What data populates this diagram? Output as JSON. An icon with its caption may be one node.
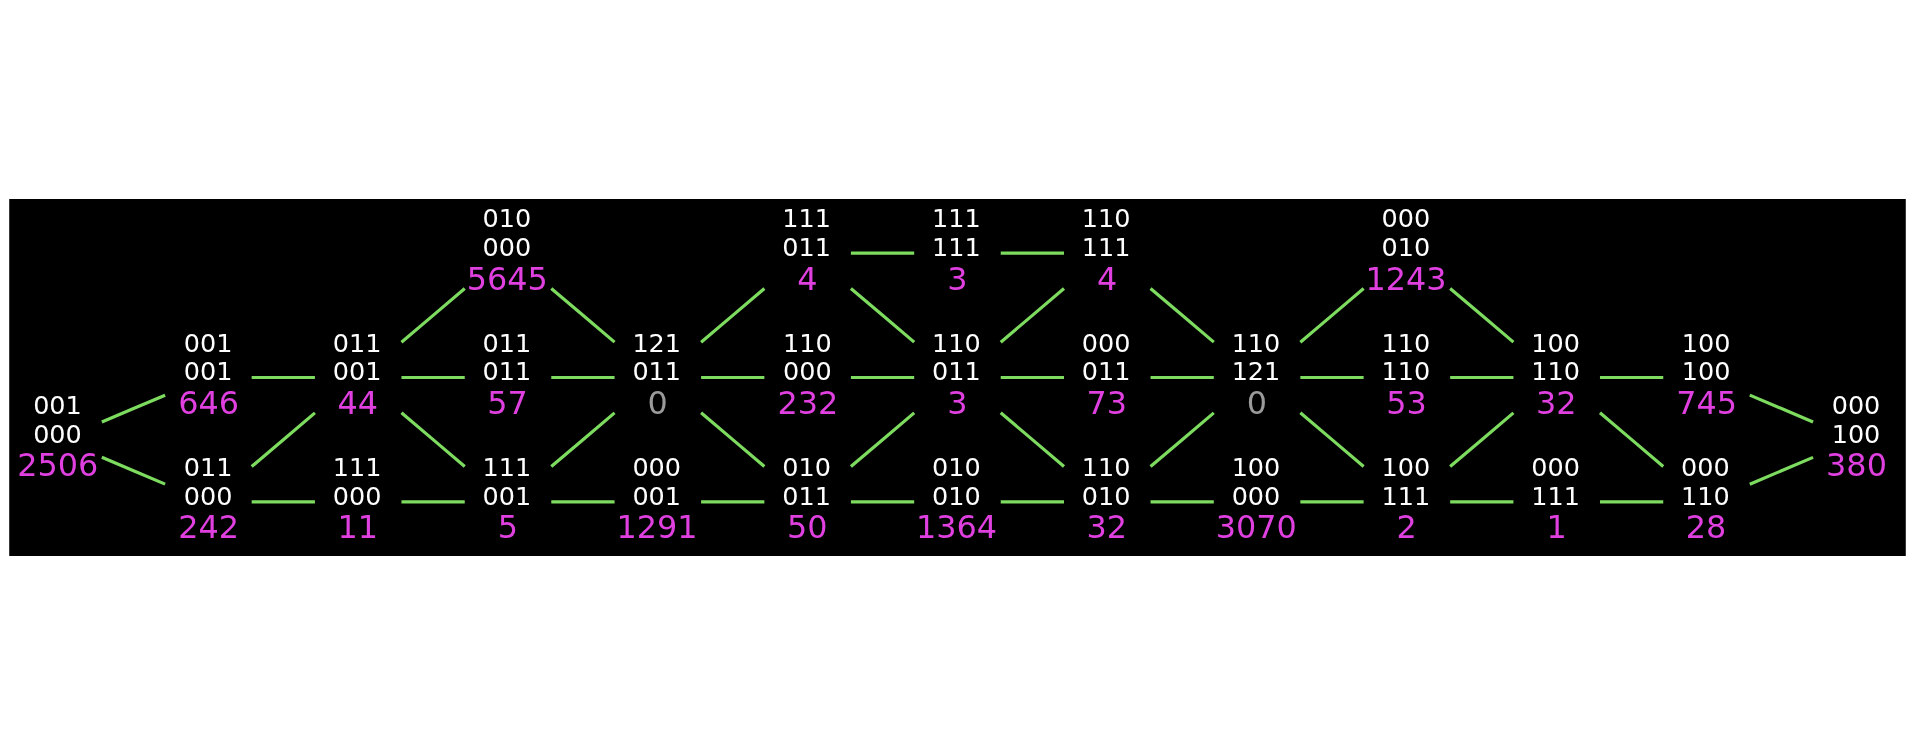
{
  "diagram": {
    "nodes": [
      {
        "text": [
          "111",
          "111",
          "3"
        ]
      },
      {
        "text": [
          "001",
          "001",
          "646"
        ]
      },
      {
        "text": [
          "010",
          "000",
          "5645"
        ]
      },
      {
        "text": [
          "111",
          "011",
          "4"
        ]
      },
      {
        "text": [
          "110",
          "111",
          "4"
        ]
      },
      {
        "text": [
          "000",
          "010",
          "1243"
        ]
      },
      {
        "text": [
          "100",
          "100",
          "745"
        ]
      },
      {
        "text": [
          "011",
          "011",
          "57"
        ]
      },
      {
        "text": [
          "110",
          "000",
          "232"
        ]
      },
      {
        "text": [
          "000",
          "011",
          "73"
        ]
      },
      {
        "text": [
          "110",
          "110",
          "53"
        ]
      },
      {
        "text": [
          "001",
          "000",
          "2506"
        ]
      },
      {
        "text": [
          "011",
          "001",
          "44"
        ]
      },
      {
        "text": [
          "121",
          "011",
          "0"
        ]
      },
      {
        "text": [
          "110",
          "011",
          "3"
        ]
      },
      {
        "text": [
          "110",
          "121",
          "0"
        ]
      },
      {
        "text": [
          "100",
          "110",
          "32"
        ]
      },
      {
        "text": [
          "000",
          "100",
          "380"
        ]
      },
      {
        "text": [
          "011",
          "000",
          "242"
        ]
      },
      {
        "text": [
          "111",
          "001",
          "5"
        ]
      },
      {
        "text": [
          "010",
          "011",
          "50"
        ]
      },
      {
        "text": [
          "110",
          "010",
          "32"
        ]
      },
      {
        "text": [
          "100",
          "111",
          "2"
        ]
      },
      {
        "text": [
          "000",
          "110",
          "28"
        ]
      },
      {
        "text": [
          "111",
          "000",
          "11"
        ]
      },
      {
        "text": [
          "000",
          "001",
          "1291"
        ]
      },
      {
        "text": [
          "010",
          "010",
          "1364"
        ]
      },
      {
        "text": [
          "100",
          "000",
          "3070"
        ]
      },
      {
        "text": [
          "000",
          "111",
          "1"
        ]
      }
    ],
    "edges": [
      {
        "from": 11,
        "to": 1,
        "arrow": "none"
      },
      {
        "from": 1,
        "to": 12,
        "arrow": "none"
      },
      {
        "from": 11,
        "to": 18,
        "arrow": "none"
      },
      {
        "from": 18,
        "to": 12,
        "arrow": "none"
      },
      {
        "from": 12,
        "to": 2,
        "arrow": "none"
      },
      {
        "from": 12,
        "to": 7,
        "arrow": "none"
      },
      {
        "from": 2,
        "to": 13,
        "arrow": "none"
      },
      {
        "from": 7,
        "to": 13,
        "arrow": "none"
      },
      {
        "from": 12,
        "to": 19,
        "arrow": "none"
      },
      {
        "from": 18,
        "to": 24,
        "arrow": "none"
      },
      {
        "from": 24,
        "to": 19,
        "arrow": "none"
      },
      {
        "from": 19,
        "to": 13,
        "arrow": "none"
      },
      {
        "from": 19,
        "to": 25,
        "arrow": "none"
      },
      {
        "from": 13,
        "to": 3,
        "arrow": "none"
      },
      {
        "from": 13,
        "to": 8,
        "arrow": "none"
      },
      {
        "from": 13,
        "to": 20,
        "arrow": "none"
      },
      {
        "from": 25,
        "to": 20,
        "arrow": "none"
      },
      {
        "from": 3,
        "to": 0,
        "arrow": "none"
      },
      {
        "from": 0,
        "to": 4,
        "arrow": "none"
      },
      {
        "from": 3,
        "to": 14,
        "arrow": "none"
      },
      {
        "from": 8,
        "to": 14,
        "arrow": "none"
      },
      {
        "from": 20,
        "to": 14,
        "arrow": "none"
      },
      {
        "from": 20,
        "to": 26,
        "arrow": "none"
      },
      {
        "from": 14,
        "to": 4,
        "arrow": "none"
      },
      {
        "from": 14,
        "to": 9,
        "arrow": "none"
      },
      {
        "from": 14,
        "to": 21,
        "arrow": "none"
      },
      {
        "from": 26,
        "to": 21,
        "arrow": "none"
      },
      {
        "from": 4,
        "to": 15,
        "arrow": "none"
      },
      {
        "from": 9,
        "to": 15,
        "arrow": "none"
      },
      {
        "from": 21,
        "to": 15,
        "arrow": "none"
      },
      {
        "from": 21,
        "to": 27,
        "arrow": "none"
      },
      {
        "from": 15,
        "to": 5,
        "arrow": "none"
      },
      {
        "from": 15,
        "to": 10,
        "arrow": "none"
      },
      {
        "from": 15,
        "to": 22,
        "arrow": "none"
      },
      {
        "from": 27,
        "to": 22,
        "arrow": "none"
      },
      {
        "from": 5,
        "to": 16,
        "arrow": "none"
      },
      {
        "from": 10,
        "to": 16,
        "arrow": "none"
      },
      {
        "from": 22,
        "to": 16,
        "arrow": "none"
      },
      {
        "from": 22,
        "to": 28,
        "arrow": "none"
      },
      {
        "from": 16,
        "to": 6,
        "arrow": "none"
      },
      {
        "from": 16,
        "to": 23,
        "arrow": "none"
      },
      {
        "from": 6,
        "to": 17,
        "arrow": "none"
      },
      {
        "from": 23,
        "to": 17,
        "arrow": "none"
      },
      {
        "from": 28,
        "to": 23,
        "arrow": "none"
      }
    ]
  }
}
